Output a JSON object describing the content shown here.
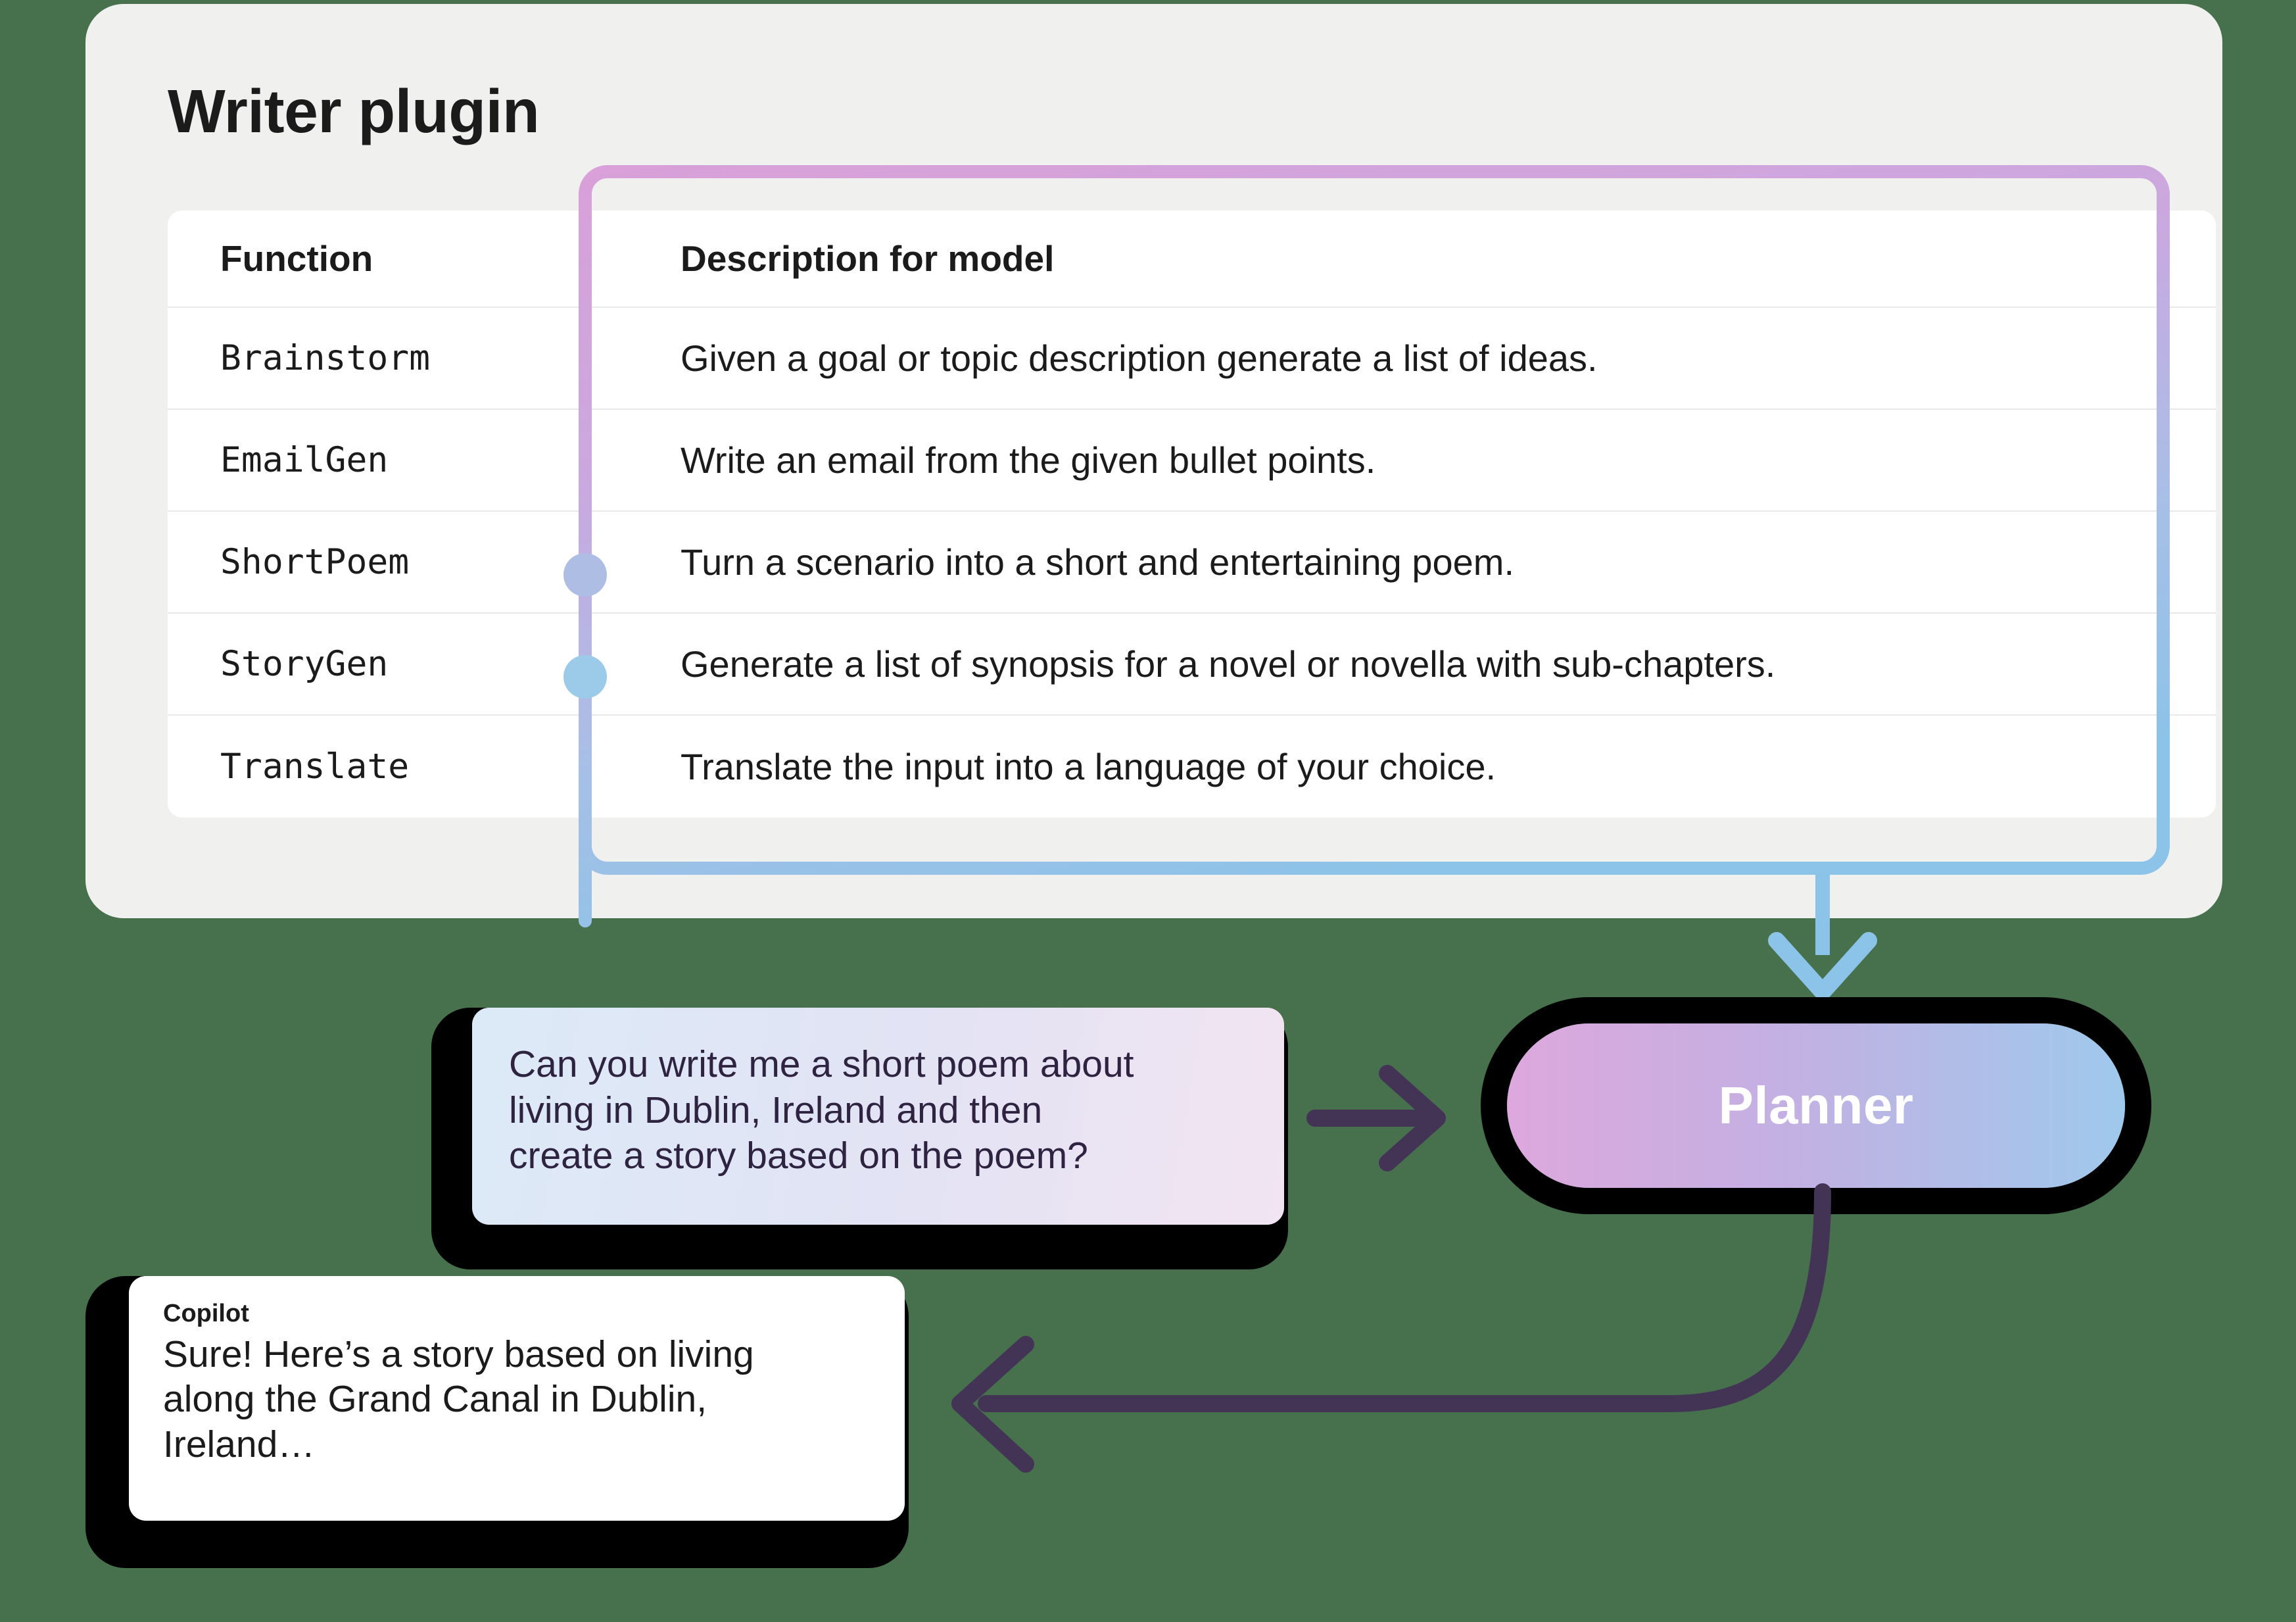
{
  "background_color": "#47704d",
  "card": {
    "title": "Writer plugin",
    "background_color": "#f0f0ef"
  },
  "table": {
    "columns": [
      "Function",
      "Description for model"
    ],
    "rows": [
      {
        "function": "Brainstorm",
        "description": "Given a goal or topic description generate a list of ideas.",
        "has_connector_dot": false
      },
      {
        "function": "EmailGen",
        "description": "Write an email from the given bullet points.",
        "has_connector_dot": false
      },
      {
        "function": "ShortPoem",
        "description": "Turn a scenario into a short and entertaining poem.",
        "has_connector_dot": true,
        "dot_color": "#adbde4"
      },
      {
        "function": "StoryGen",
        "description": "Generate a list of synopsis for a novel or novella with sub-chapters.",
        "has_connector_dot": true,
        "dot_color": "#9ccbea"
      },
      {
        "function": "Translate",
        "description": "Translate the input into a language of your choice.",
        "has_connector_dot": false
      }
    ]
  },
  "planner": {
    "label": "Planner",
    "gradient_start": "#dda8dd",
    "gradient_end": "#9fc9ec"
  },
  "user_message": {
    "text": "Can you write me a short poem about\nliving in Dublin, Ireland and then\ncreate a story based on the poem?"
  },
  "copilot_message": {
    "speaker": "Copilot",
    "text": "Sure! Here’s a story based on living\nalong the Grand Canal in Dublin,\nIreland…"
  },
  "connectors": {
    "plugin_loop_start_color": "#d9a0d9",
    "plugin_loop_end_color": "#8cc3e8",
    "arrow_color": "#433456"
  }
}
